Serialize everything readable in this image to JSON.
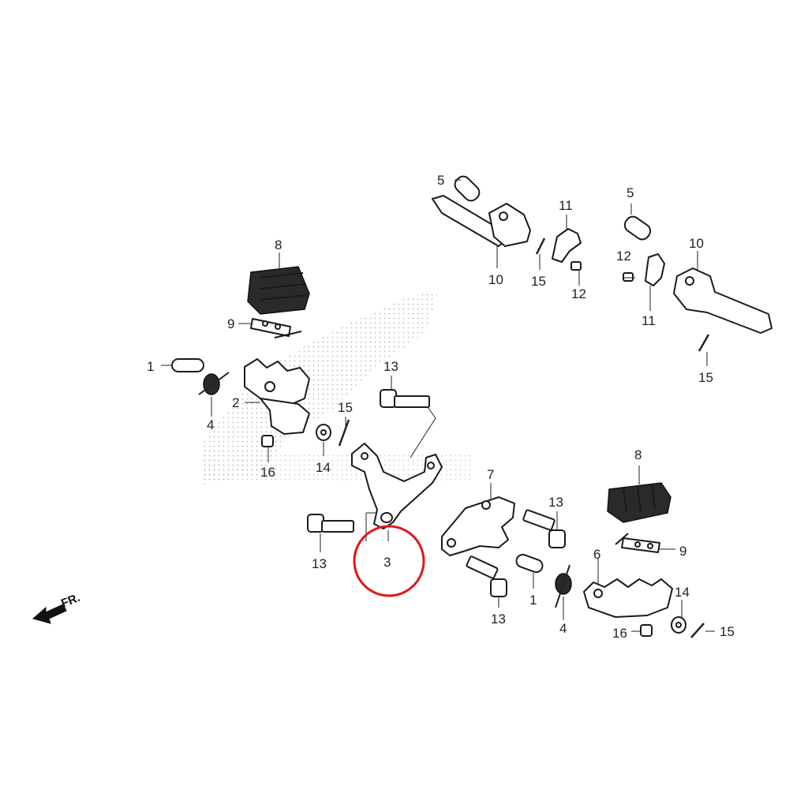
{
  "callouts": {
    "c1a": "1",
    "c1b": "1",
    "c2": "2",
    "c3": "3",
    "c4a": "4",
    "c4b": "4",
    "c5a": "5",
    "c5b": "5",
    "c6": "6",
    "c7": "7",
    "c8a": "8",
    "c8b": "8",
    "c9a": "9",
    "c9b": "9",
    "c10a": "10",
    "c10b": "10",
    "c11a": "11",
    "c11b": "11",
    "c12a": "12",
    "c12b": "12",
    "c13a": "13",
    "c13b": "13",
    "c13c": "13",
    "c13d": "13",
    "c14a": "14",
    "c14b": "14",
    "c15a": "15",
    "c15b": "15",
    "c15c": "15",
    "c15d": "15",
    "c16a": "16",
    "c16b": "16"
  },
  "front_indicator": "FR.",
  "highlight": {
    "part": "3",
    "color": "#e0161b"
  }
}
